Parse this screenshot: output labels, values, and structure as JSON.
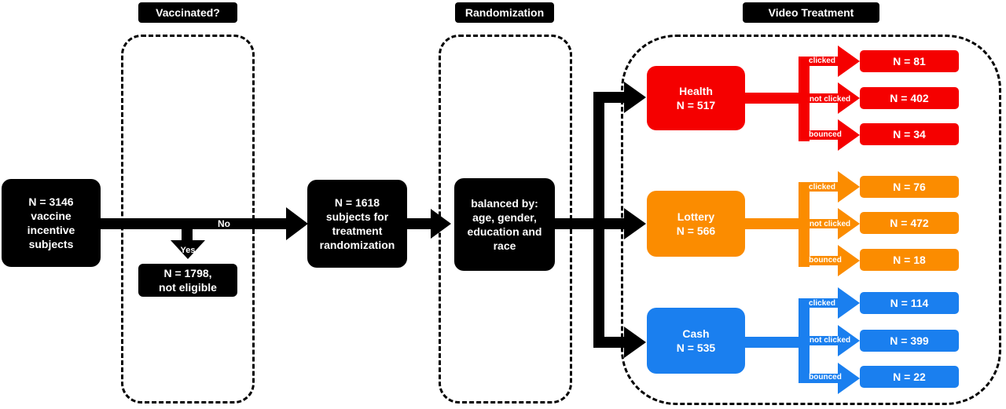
{
  "headers": {
    "vaccinated": "Vaccinated?",
    "randomization": "Randomization",
    "video_treatment": "Video Treatment"
  },
  "start": {
    "n": "N = 3146",
    "line1": "vaccine",
    "line2": "incentive",
    "line3": "subjects"
  },
  "edge_no": "No",
  "edge_yes": "Yes",
  "not_eligible": {
    "n": "N = 1798,",
    "line2": "not eligible"
  },
  "randomized": {
    "n": "N = 1618",
    "line1": "subjects for",
    "line2": "treatment",
    "line3": "randomization"
  },
  "balance": {
    "line1": "balanced by:",
    "line2": "age, gender,",
    "line3": "education and",
    "line4": "race"
  },
  "arms": [
    {
      "name": "Health",
      "n": "N = 517",
      "color": "#f50000",
      "outcomes": [
        {
          "label": "clicked",
          "n": "N = 81"
        },
        {
          "label": "not clicked",
          "n": "N = 402"
        },
        {
          "label": "bounced",
          "n": "N = 34"
        }
      ]
    },
    {
      "name": "Lottery",
      "n": "N = 566",
      "color": "#fb8c00",
      "outcomes": [
        {
          "label": "clicked",
          "n": "N = 76"
        },
        {
          "label": "not clicked",
          "n": "N = 472"
        },
        {
          "label": "bounced",
          "n": "N = 18"
        }
      ]
    },
    {
      "name": "Cash",
      "n": "N = 535",
      "color": "#1a7fef",
      "outcomes": [
        {
          "label": "clicked",
          "n": "N = 114"
        },
        {
          "label": "not clicked",
          "n": "N = 399"
        },
        {
          "label": "bounced",
          "n": "N = 22"
        }
      ]
    }
  ]
}
